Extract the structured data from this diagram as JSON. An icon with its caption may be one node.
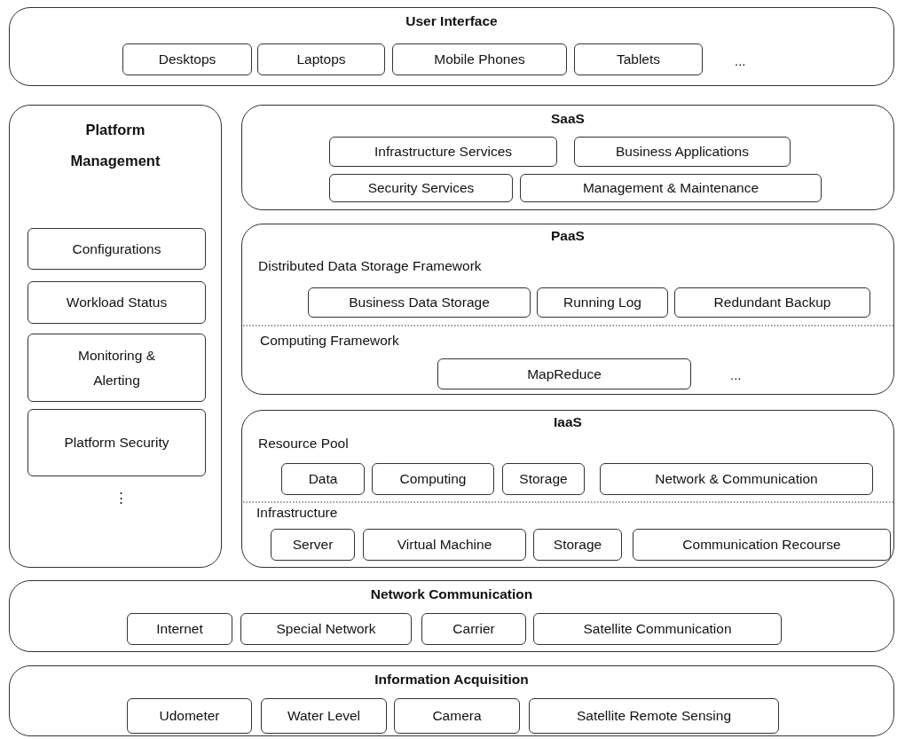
{
  "diagram": {
    "nodes": [
      {
        "text": [
          "User Interface"
        ]
      },
      {
        "text": [
          "Desktops"
        ],
        "in": 0
      },
      {
        "text": [
          "Laptops"
        ],
        "in": 0
      },
      {
        "text": [
          "Mobile Phones"
        ],
        "in": 0
      },
      {
        "text": [
          "Tablets"
        ],
        "in": 0
      },
      {
        "text": [
          "Platform Management"
        ]
      },
      {
        "text": [
          "Configurations"
        ],
        "in": 5
      },
      {
        "text": [
          "Workload Status"
        ],
        "in": 5
      },
      {
        "text": [
          "Monitoring & Alerting"
        ],
        "in": 5
      },
      {
        "text": [
          "Platform Security"
        ],
        "in": 5
      },
      {
        "text": [
          "SaaS"
        ]
      },
      {
        "text": [
          "Infrastructure Services"
        ],
        "in": 10
      },
      {
        "text": [
          "Business Applications"
        ],
        "in": 10
      },
      {
        "text": [
          "Security Services"
        ],
        "in": 10
      },
      {
        "text": [
          "Management & Maintenance"
        ],
        "in": 10
      },
      {
        "text": [
          "PaaS",
          "Distributed Data Storage Framework",
          "Computing Framework"
        ]
      },
      {
        "text": [
          "Business Data Storage"
        ],
        "in": 15
      },
      {
        "text": [
          "Running Log"
        ],
        "in": 15
      },
      {
        "text": [
          "Redundant Backup"
        ],
        "in": 15
      },
      {
        "text": [
          "MapReduce"
        ],
        "in": 15
      },
      {
        "text": [
          "IaaS",
          "Resource Pool",
          "Infrastructure"
        ]
      },
      {
        "text": [
          "Data"
        ],
        "in": 20
      },
      {
        "text": [
          "Computing"
        ],
        "in": 20
      },
      {
        "text": [
          "Storage"
        ],
        "in": 20
      },
      {
        "text": [
          "Network & Communication"
        ],
        "in": 20
      },
      {
        "text": [
          "Server"
        ],
        "in": 20
      },
      {
        "text": [
          "Virtual Machine"
        ],
        "in": 20
      },
      {
        "text": [
          "Storage"
        ],
        "in": 20
      },
      {
        "text": [
          "Communication Recourse"
        ],
        "in": 20
      },
      {
        "text": [
          "Network Communication"
        ]
      },
      {
        "text": [
          "Internet"
        ],
        "in": 29
      },
      {
        "text": [
          "Special Network"
        ],
        "in": 29
      },
      {
        "text": [
          "Carrier"
        ],
        "in": 29
      },
      {
        "text": [
          "Satellite Communication"
        ],
        "in": 29
      },
      {
        "text": [
          "Information Acquisition"
        ]
      },
      {
        "text": [
          "Udometer"
        ],
        "in": 34
      },
      {
        "text": [
          "Water Level"
        ],
        "in": 34
      },
      {
        "text": [
          "Camera"
        ],
        "in": 34
      },
      {
        "text": [
          "Satellite Remote Sensing"
        ],
        "in": 34
      }
    ],
    "edges": [],
    "labels": [
      "...",
      "...",
      "⋮"
    ]
  }
}
